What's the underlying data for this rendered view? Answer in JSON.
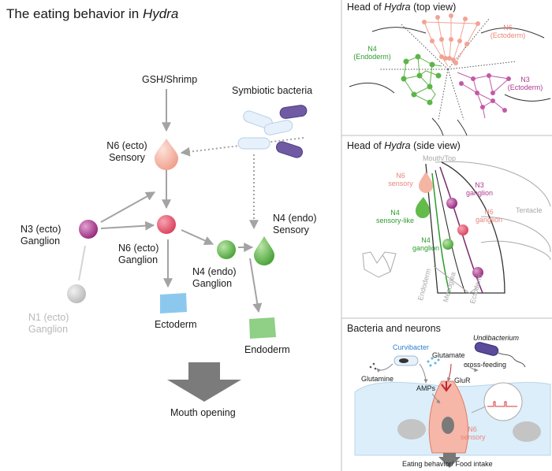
{
  "main": {
    "title_prefix": "The eating behavior in ",
    "title_italic": "Hydra",
    "nodes": {
      "gsh": "GSH/Shrimp",
      "symbiotic": "Symbiotic bacteria",
      "n6_sensory": [
        "N6 (ecto)",
        "Sensory"
      ],
      "n3_ganglion": [
        "N3 (ecto)",
        "Ganglion"
      ],
      "n6_ganglion": [
        "N6 (ecto)",
        "Ganglion"
      ],
      "n4_ganglion": [
        "N4 (endo)",
        "Ganglion"
      ],
      "n4_sensory": [
        "N4 (endo)",
        "Sensory"
      ],
      "n1_ganglion": [
        "N1 (ecto)",
        "Ganglion"
      ],
      "ectoderm": "Ectoderm",
      "endoderm": "Endoderm",
      "mouth_opening": "Mouth opening"
    },
    "colors": {
      "n6_sensory": "#f4b5a3",
      "n6_ganglion": "#e8566e",
      "n3": "#a8338d",
      "n4": "#62bb4a",
      "n1": "#c8c8c8",
      "ectoderm_block": "#8cc8ee",
      "endoderm_block": "#8fcf86",
      "arrow": "#a3a3a3",
      "big_arrow": "#7b7b7b"
    }
  },
  "top_view": {
    "title_prefix": "Head of ",
    "title_italic": "Hydra",
    "title_suffix": " (top view)",
    "n6": [
      "N6",
      "(Ectoderm)"
    ],
    "n4": [
      "N4",
      "(Endoderm)"
    ],
    "n3": [
      "N3",
      "(Ectoderm)"
    ]
  },
  "side_view": {
    "title_prefix": "Head of ",
    "title_italic": "Hydra",
    "title_suffix": " (side view)",
    "mouth_top": "Mouth/Top",
    "n6_sensory": [
      "N6",
      "sensory"
    ],
    "n3_ganglion": [
      "N3",
      "ganglion"
    ],
    "n4_sensory_like": [
      "N4",
      "sensory-like"
    ],
    "n6_ganglion": [
      "N6",
      "ganglion"
    ],
    "tentacle": "Tentacle",
    "n4_ganglion": [
      "N4",
      "ganglion"
    ],
    "layers": [
      "Endoderm",
      "Mesoglea",
      "Ectoderm"
    ]
  },
  "bacteria": {
    "title": "Bacteria and neurons",
    "undibacterium": "Undibacterium",
    "curvibacter": "Curvibacter",
    "glutamate": "Glutamate",
    "cross_feeding": "cross-feeding",
    "glutamine": "Glutamine",
    "amps": "AMPs",
    "glur": "GluR",
    "n6_sensory": [
      "N6",
      "sensory"
    ],
    "eating": "Eating behavior/ Food intake"
  }
}
